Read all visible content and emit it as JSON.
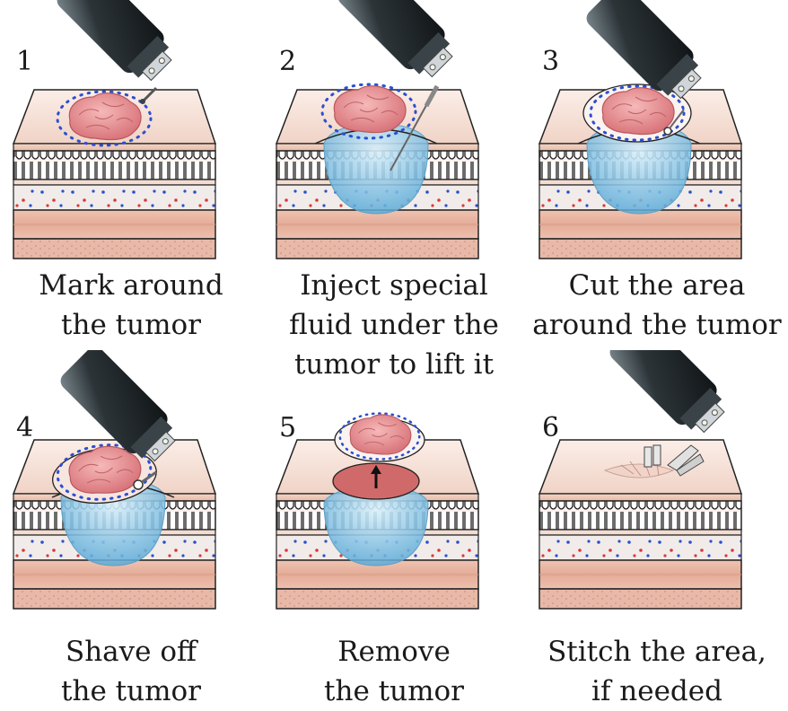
{
  "steps": [
    {
      "number": "1",
      "caption": "Mark around\nthe tumor",
      "tool": "marker-probe-icon"
    },
    {
      "number": "2",
      "caption": "Inject special\nfluid under the\ntumor to lift it",
      "tool": "injection-needle-icon"
    },
    {
      "number": "3",
      "caption": "Cut the area\naround the tumor",
      "tool": "cutting-snare-icon"
    },
    {
      "number": "4",
      "caption": "Shave off\nthe tumor",
      "tool": "cutting-probe-icon"
    },
    {
      "number": "5",
      "caption": "Remove\nthe tumor",
      "tool": "lift-arrow-icon"
    },
    {
      "number": "6",
      "caption": "Stitch the area,\nif needed",
      "tool": "clip-applier-icon"
    }
  ],
  "colors": {
    "tissue_top": "#f3dcd2",
    "tumor": "#e98f93",
    "fluid": "#7ec3e6",
    "marker_dot": "#2b4fd1",
    "red_dot": "#d73a3a",
    "muscle": "#e6b4a2",
    "instrument": "#2c3438",
    "cut_wound": "#d06a6a"
  }
}
